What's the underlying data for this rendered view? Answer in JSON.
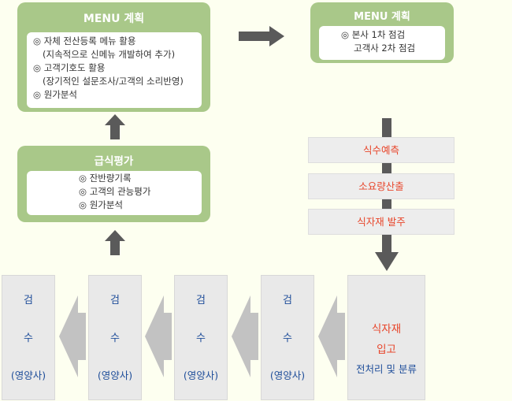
{
  "menu_plan_main": {
    "title": "MENU 계획",
    "items": [
      "◎ 자체 전산등록 메뉴 활용",
      "(지속적으로 신메뉴 개발하여 추가)",
      "◎ 고객기호도 활용",
      "(장기적인 설문조사/고객의 소리반영)",
      "◎ 원가분석"
    ]
  },
  "menu_plan_branch": {
    "title": "MENU 계획",
    "items": [
      "◎ 본사 1차 점검",
      "고객사 2차 점검"
    ]
  },
  "meal_eval": {
    "title": "급식평가",
    "items": [
      "◎ 잔반량기록",
      "◎ 고객의 관능평가",
      "◎ 원가분석"
    ]
  },
  "process_steps": [
    "식수예측",
    "소요량산출",
    "식자재 발주"
  ],
  "receiving": {
    "lines": [
      "식자재",
      "입고",
      "전처리 및 분류"
    ]
  },
  "inspection_columns": [
    {
      "l1": "검",
      "l2": "수",
      "l3": "(영양사)"
    },
    {
      "l1": "검",
      "l2": "수",
      "l3": "(영양사)"
    },
    {
      "l1": "검",
      "l2": "수",
      "l3": "(영양사)"
    },
    {
      "l1": "검",
      "l2": "수",
      "l3": "(영양사)"
    }
  ],
  "colors": {
    "panel": "#a9c889",
    "arrow": "#5a5a5a",
    "step_text": "#e8452a",
    "col_text": "#1f4e9a"
  }
}
